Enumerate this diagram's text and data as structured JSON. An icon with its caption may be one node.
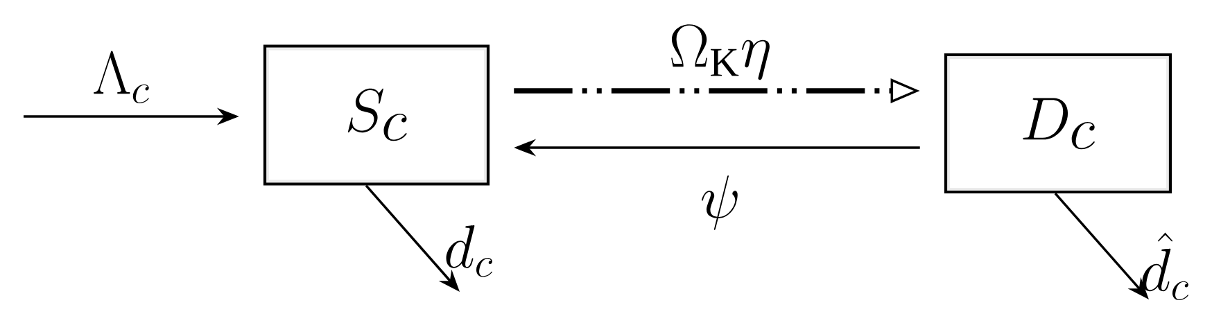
{
  "diagram": {
    "nodes": [
      {
        "text": [
          "S_c"
        ]
      },
      {
        "text": [
          "D_c"
        ]
      }
    ],
    "edges": [
      {
        "from": null,
        "to": 0,
        "arrow": "to",
        "label": "\\Lambda_c"
      },
      {
        "from": 0,
        "to": 1,
        "arrow": "to",
        "label": "\\Omega_{\\mathrm{K}}\\eta",
        "style": "dashed"
      },
      {
        "from": 1,
        "to": 0,
        "arrow": "to",
        "label": "\\psi"
      },
      {
        "from": 0,
        "to": null,
        "arrow": "to",
        "label": "d_c"
      },
      {
        "from": 1,
        "to": null,
        "arrow": "to",
        "label": "\\hat{d}_c"
      }
    ]
  }
}
